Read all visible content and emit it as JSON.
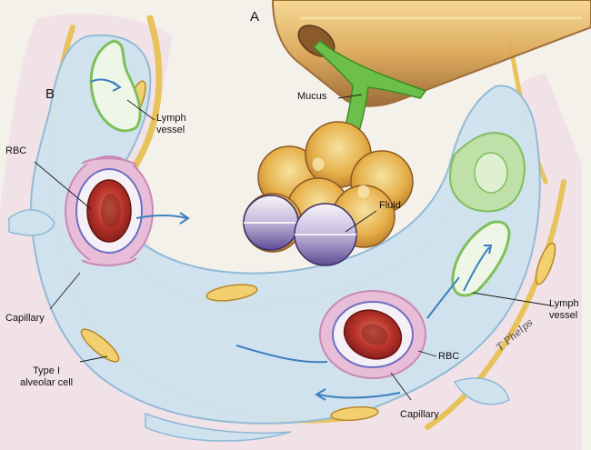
{
  "panels": {
    "a": "A",
    "b": "B"
  },
  "labels": {
    "mucus": "Mucus",
    "lymph_vessel_top": "Lymph\nvessel",
    "rbc_left": "RBC",
    "fluid": "Fluid",
    "capillary_left": "Capillary",
    "lymph_vessel_right": "Lymph\nvessel",
    "rbc_right": "RBC",
    "type1_cell": "Type I\nalveolar cell",
    "capillary_bottom": "Capillary"
  },
  "signature": "T Phelps",
  "colors": {
    "background": "#f4f1ea",
    "interstitium": "#cfe3ef",
    "capillary": "#d9a8c8",
    "rbc": "#b8322a",
    "lymph": "#9fd08a",
    "alveolar_wall": "#e8c25a",
    "mucus": "#6cc04a",
    "fluid": "#8a78b8"
  }
}
